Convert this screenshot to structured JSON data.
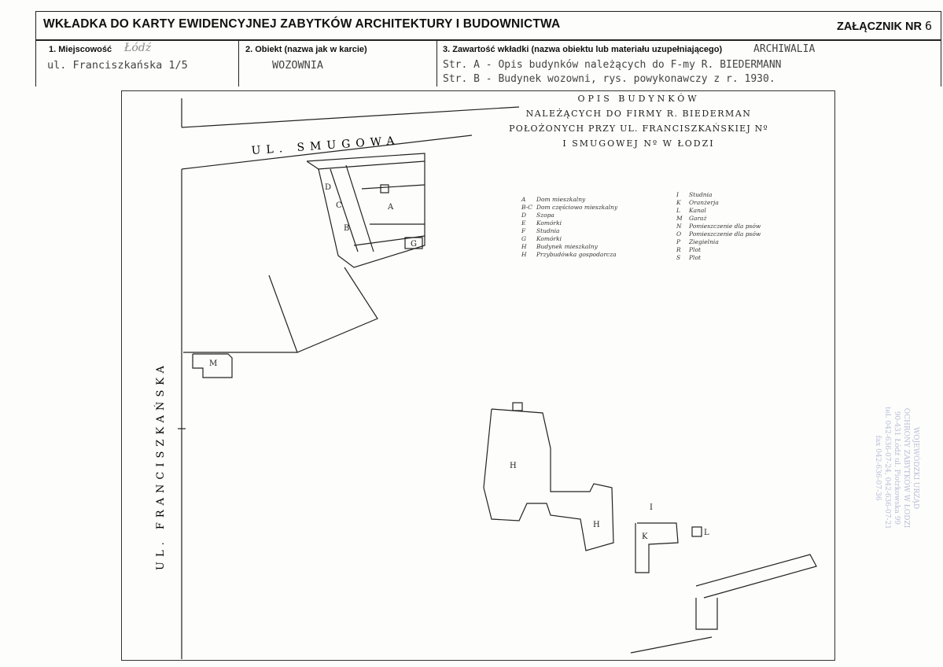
{
  "header": {
    "title": "WKŁADKA DO KARTY EWIDENCYJNEJ ZABYTKÓW ARCHITEKTURY I BUDOWNICTWA",
    "annex_label": "ZAŁĄCZNIK NR",
    "annex_number": "6"
  },
  "fields": {
    "locality": {
      "label": "1. Miejscowość",
      "value_handwritten": "Łódź",
      "value": "ul. Franciszkańska 1/5"
    },
    "object": {
      "label": "2. Obiekt (nazwa jak w karcie)",
      "value": "WOZOWNIA"
    },
    "contents": {
      "label": "3. Zawartość wkładki (nazwa obiektu lub materiału uzupełniającego)",
      "label_suffix": "ARCHIWALIA",
      "line1": "Str. A - Opis budynków należących do F-my R. BIEDERMANN",
      "line2": "Str. B - Budynek wozowni, rys. powykonawczy z r. 1930."
    }
  },
  "map": {
    "title_lines": [
      "OPIS BUDYNKÓW",
      "NALEŻĄCYCH DO FIRMY R. BIEDERMAN",
      "POŁOŻONYCH PRZY UL. FRANCISZKAŃSKIEJ Nº",
      "I SMUGOWEJ Nº W ŁODZI"
    ],
    "street_smugowa": "UL. SMUGOWA",
    "street_franciszkanska": "UL. FRANCISZKAŃSKA",
    "legend_left": [
      {
        "key": "A",
        "text": "Dom mieszkalny"
      },
      {
        "key": "B-C",
        "text": "Dom częściowo mieszkalny"
      },
      {
        "key": "D",
        "text": "Szopa"
      },
      {
        "key": "E",
        "text": "Komórki"
      },
      {
        "key": "F",
        "text": "Studnia"
      },
      {
        "key": "G",
        "text": "Komórki"
      },
      {
        "key": "H",
        "text": "Budynek mieszkalny"
      },
      {
        "key": "H",
        "text": "Przybudówka gospodarcza"
      }
    ],
    "legend_right": [
      {
        "key": "I",
        "text": "Studnia"
      },
      {
        "key": "K",
        "text": "Oranżerja"
      },
      {
        "key": "L",
        "text": "Kanal"
      },
      {
        "key": "M",
        "text": "Garaż"
      },
      {
        "key": "N",
        "text": "Pomieszczenie dla psów"
      },
      {
        "key": "O",
        "text": "Pomieszczenie dla psów"
      },
      {
        "key": "P",
        "text": "Ziegielnia"
      },
      {
        "key": "R",
        "text": "Plot"
      },
      {
        "key": "S",
        "text": "Plot"
      }
    ],
    "labels": {
      "A": "A",
      "B": "B",
      "C": "C",
      "D": "D",
      "G": "G",
      "M": "M",
      "K": "K",
      "L": "L",
      "I": "I",
      "H": "H"
    }
  },
  "stamp": {
    "lines": [
      "WOJEWÓDZKI URZĄD",
      "OCHRONY ZABYTKÓW W ŁODZI",
      "90-431 Łódź ul. Piotrkowska 99",
      "tel. 042-636-07-24, 042-636-07-21",
      "fax 042-636-07-36"
    ]
  }
}
